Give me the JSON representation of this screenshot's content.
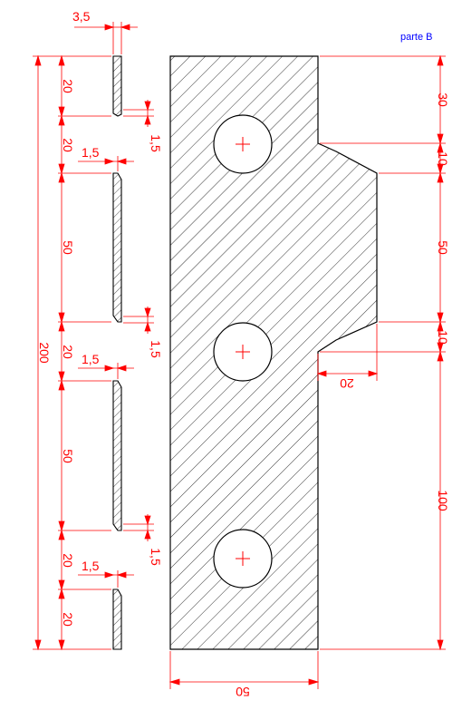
{
  "title": "parte B",
  "colors": {
    "dimension": "#ff0000",
    "outline": "#000000",
    "title": "#0000ff",
    "background": "#ffffff"
  },
  "left_profile": {
    "top_width": "3,5",
    "overall_height": "200",
    "segments": [
      "20",
      "20",
      "50",
      "20",
      "50",
      "20",
      "20"
    ],
    "step_width": "1,5",
    "step_widths": [
      "1,5",
      "1,5",
      "1,5"
    ],
    "gaps": [
      "1,5",
      "1,5",
      "1,5"
    ]
  },
  "main_part": {
    "bottom_width": "50",
    "notch_depth": "20",
    "right_dims": [
      "30",
      "10",
      "50",
      "10",
      "100"
    ],
    "hole_count": 3
  }
}
